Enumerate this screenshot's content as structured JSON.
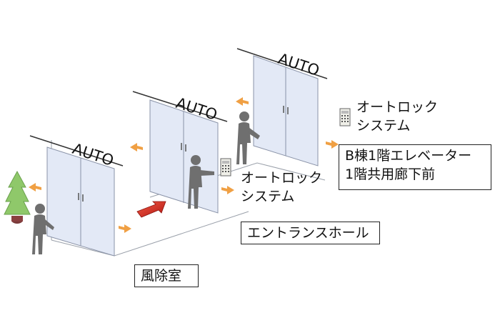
{
  "doors": [
    {
      "label": "AUTO"
    },
    {
      "label": "AUTO"
    },
    {
      "label": "AUTO"
    }
  ],
  "labels": {
    "autolock_mid": [
      "オートロック",
      "システム"
    ],
    "autolock_top": [
      "オートロック",
      "システム"
    ],
    "b_building": [
      "B棟1階エレベーター",
      "1階共用廊下前"
    ],
    "entrance_hall": "エントランスホール",
    "vestibule": "風除室"
  },
  "colors": {
    "glass": "#e3e9f6",
    "glass_edge": "#8a93a8",
    "person": "#6f6f6f",
    "arrow_small": "#f0a044",
    "arrow_main": "#d4261f",
    "plant": "#8fc86a"
  }
}
